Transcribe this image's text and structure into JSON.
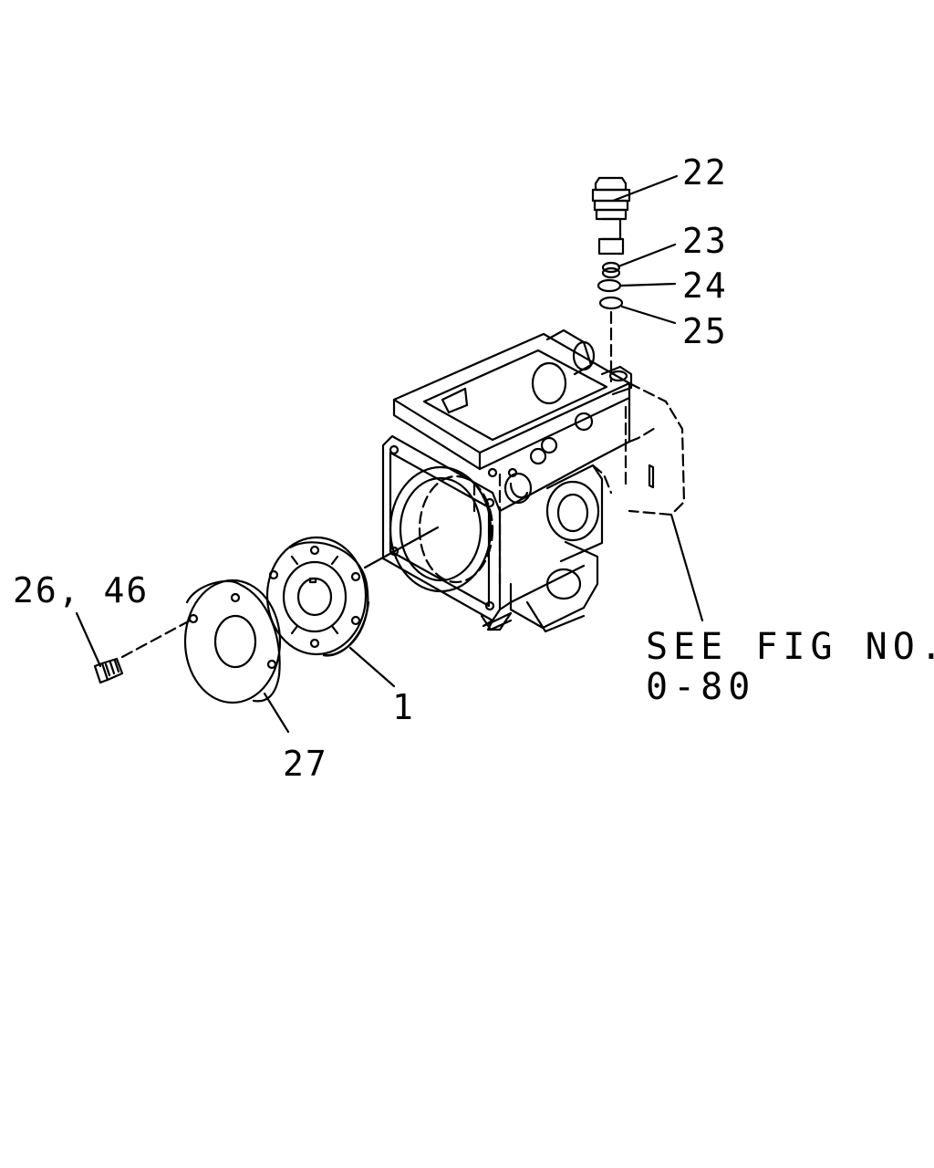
{
  "callouts": {
    "c22": "22",
    "c23": "23",
    "c24": "24",
    "c25": "25",
    "c26": "26, 46",
    "c1": "1",
    "c27": "27"
  },
  "reference": {
    "line1": "SEE FIG NO.",
    "line2": "0-80"
  }
}
